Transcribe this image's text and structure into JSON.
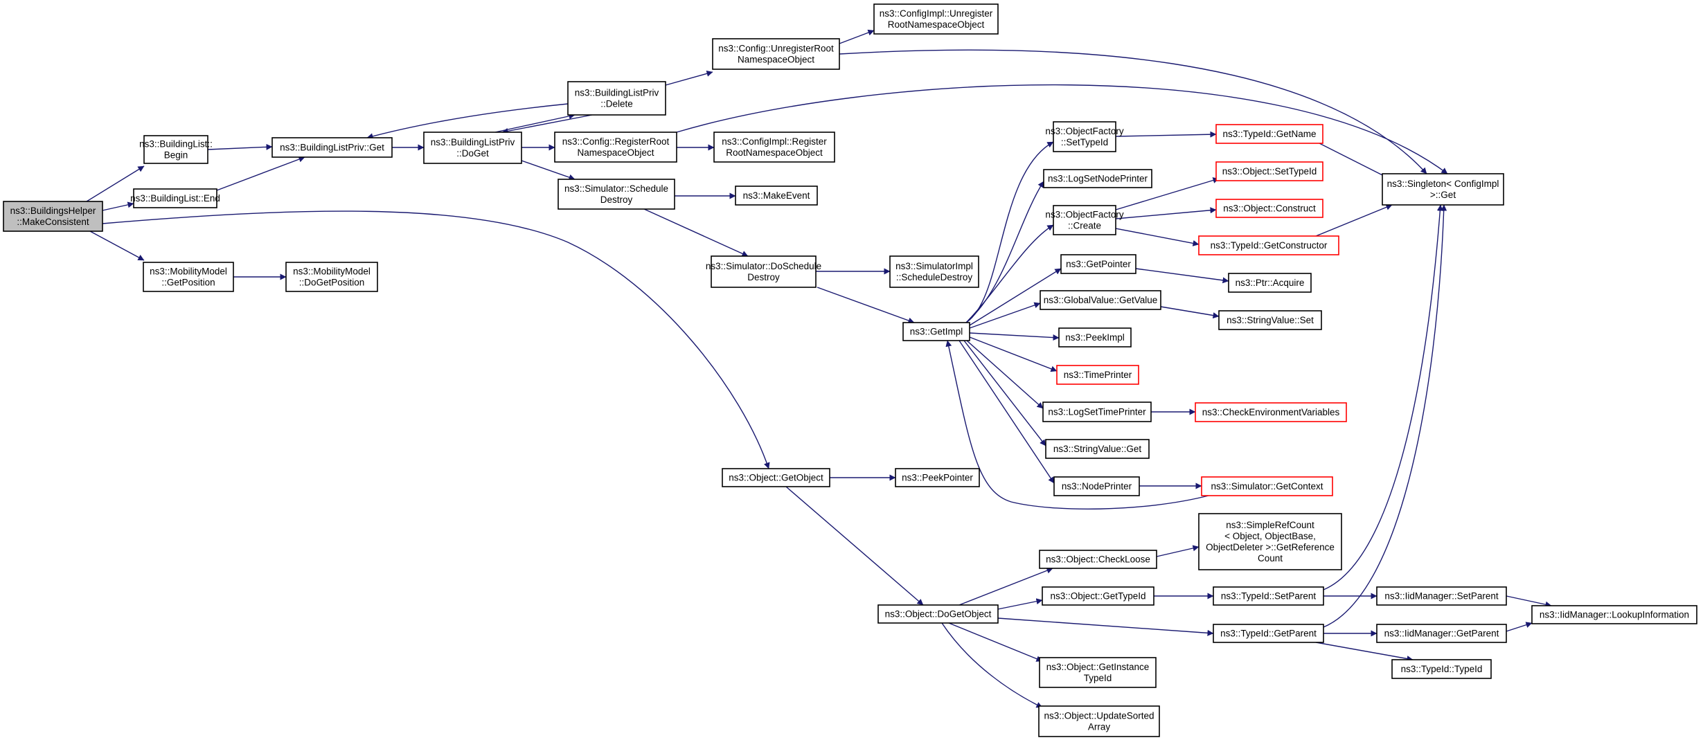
{
  "colors": {
    "edge": "#191970",
    "node_border": "#000000",
    "truncated_border": "#ff0000",
    "root_fill": "#bfbfbf",
    "node_fill": "#ffffff"
  },
  "nodes": [
    {
      "id": "root",
      "lines": [
        "ns3::BuildingsHelper",
        "::MakeConsistent"
      ],
      "style": "root"
    },
    {
      "id": "bl_begin",
      "lines": [
        "ns3::BuildingList::",
        "Begin"
      ]
    },
    {
      "id": "bl_end",
      "lines": [
        "ns3::BuildingList::End"
      ]
    },
    {
      "id": "mm_getpos",
      "lines": [
        "ns3::MobilityModel",
        "::GetPosition"
      ]
    },
    {
      "id": "mm_dogetpos",
      "lines": [
        "ns3::MobilityModel",
        "::DoGetPosition"
      ]
    },
    {
      "id": "blp_get",
      "lines": [
        "ns3::BuildingListPriv::Get"
      ]
    },
    {
      "id": "blp_doget",
      "lines": [
        "ns3::BuildingListPriv",
        "::DoGet"
      ]
    },
    {
      "id": "blp_delete",
      "lines": [
        "ns3::BuildingListPriv",
        "::Delete"
      ]
    },
    {
      "id": "cfg_unreg",
      "lines": [
        "ns3::Config::UnregisterRoot",
        "NamespaceObject"
      ]
    },
    {
      "id": "cfgimpl_unreg",
      "lines": [
        "ns3::ConfigImpl::Unregister",
        "RootNamespaceObject"
      ]
    },
    {
      "id": "cfg_reg",
      "lines": [
        "ns3::Config::RegisterRoot",
        "NamespaceObject"
      ]
    },
    {
      "id": "cfgimpl_reg",
      "lines": [
        "ns3::ConfigImpl::Register",
        "RootNamespaceObject"
      ]
    },
    {
      "id": "sim_schedule",
      "lines": [
        "ns3::Simulator::Schedule",
        "Destroy"
      ]
    },
    {
      "id": "makeevent",
      "lines": [
        "ns3::MakeEvent"
      ]
    },
    {
      "id": "sim_doschedule",
      "lines": [
        "ns3::Simulator::DoSchedule",
        "Destroy"
      ]
    },
    {
      "id": "simimpl_sched",
      "lines": [
        "ns3::SimulatorImpl",
        "::ScheduleDestroy"
      ]
    },
    {
      "id": "getimpl",
      "lines": [
        "ns3::GetImpl"
      ]
    },
    {
      "id": "of_settypeid",
      "lines": [
        "ns3::ObjectFactory",
        "::SetTypeId"
      ]
    },
    {
      "id": "logsetnode",
      "lines": [
        "ns3::LogSetNodePrinter"
      ]
    },
    {
      "id": "of_create",
      "lines": [
        "ns3::ObjectFactory",
        "::Create"
      ]
    },
    {
      "id": "getpointer",
      "lines": [
        "ns3::GetPointer"
      ]
    },
    {
      "id": "gv_getvalue",
      "lines": [
        "ns3::GlobalValue::GetValue"
      ]
    },
    {
      "id": "peekimpl",
      "lines": [
        "ns3::PeekImpl"
      ]
    },
    {
      "id": "timeprinter",
      "lines": [
        "ns3::TimePrinter"
      ],
      "style": "trunc"
    },
    {
      "id": "logsettime",
      "lines": [
        "ns3::LogSetTimePrinter"
      ]
    },
    {
      "id": "sv_get",
      "lines": [
        "ns3::StringValue::Get"
      ]
    },
    {
      "id": "nodeprinter",
      "lines": [
        "ns3::NodePrinter"
      ]
    },
    {
      "id": "typeid_getname",
      "lines": [
        "ns3::TypeId::GetName"
      ],
      "style": "trunc"
    },
    {
      "id": "obj_settypeid",
      "lines": [
        "ns3::Object::SetTypeId"
      ],
      "style": "trunc"
    },
    {
      "id": "obj_construct",
      "lines": [
        "ns3::Object::Construct"
      ],
      "style": "trunc"
    },
    {
      "id": "typeid_getctor",
      "lines": [
        "ns3::TypeId::GetConstructor"
      ],
      "style": "trunc"
    },
    {
      "id": "ptr_acquire",
      "lines": [
        "ns3::Ptr::Acquire"
      ]
    },
    {
      "id": "sv_set",
      "lines": [
        "ns3::StringValue::Set"
      ]
    },
    {
      "id": "checkenv",
      "lines": [
        "ns3::CheckEnvironmentVariables"
      ],
      "style": "trunc"
    },
    {
      "id": "sim_getcontext",
      "lines": [
        "ns3::Simulator::GetContext"
      ],
      "style": "trunc"
    },
    {
      "id": "singleton_get",
      "lines": [
        "ns3::Singleton< ConfigImpl",
        " >::Get"
      ]
    },
    {
      "id": "obj_getobject",
      "lines": [
        "ns3::Object::GetObject"
      ]
    },
    {
      "id": "peekpointer",
      "lines": [
        "ns3::PeekPointer"
      ]
    },
    {
      "id": "obj_dogetobject",
      "lines": [
        "ns3::Object::DoGetObject"
      ]
    },
    {
      "id": "obj_checkloose",
      "lines": [
        "ns3::Object::CheckLoose"
      ]
    },
    {
      "id": "obj_gettypeid",
      "lines": [
        "ns3::Object::GetTypeId"
      ]
    },
    {
      "id": "obj_getinstance",
      "lines": [
        "ns3::Object::GetInstance",
        "TypeId"
      ]
    },
    {
      "id": "obj_updatesorted",
      "lines": [
        "ns3::Object::UpdateSorted",
        "Array"
      ]
    },
    {
      "id": "simplerefcount",
      "lines": [
        "ns3::SimpleRefCount",
        "< Object, ObjectBase,",
        " ObjectDeleter >::GetReference",
        "Count"
      ]
    },
    {
      "id": "typeid_setparent",
      "lines": [
        "ns3::TypeId::SetParent"
      ]
    },
    {
      "id": "typeid_getparent",
      "lines": [
        "ns3::TypeId::GetParent"
      ]
    },
    {
      "id": "iid_setparent",
      "lines": [
        "ns3::IidManager::SetParent"
      ]
    },
    {
      "id": "iid_getparent",
      "lines": [
        "ns3::IidManager::GetParent"
      ]
    },
    {
      "id": "typeid_typeid",
      "lines": [
        "ns3::TypeId::TypeId"
      ]
    },
    {
      "id": "iid_lookup",
      "lines": [
        "ns3::IidManager::LookupInformation"
      ]
    }
  ]
}
